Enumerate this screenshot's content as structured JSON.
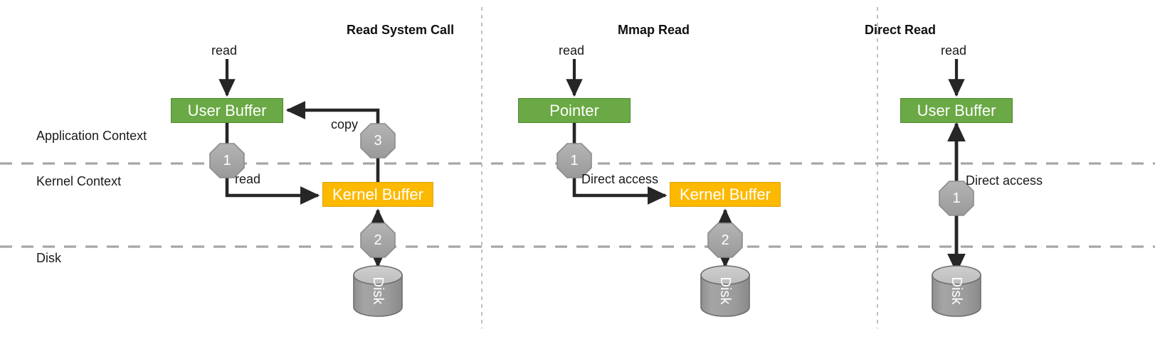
{
  "diagram": {
    "title_hidden": "File read paths: read system call vs mmap vs direct read",
    "zone_labels": [
      {
        "text": "Application Context"
      },
      {
        "text": "Kernel Context"
      },
      {
        "text": "Disk"
      }
    ],
    "colors": {
      "user_buffer_fill": "#6aa945",
      "user_buffer_stroke": "#4e8a2e",
      "kernel_buffer_fill": "#fcb900",
      "kernel_buffer_stroke": "#e0a400",
      "disk_body": "#9d9d9d",
      "disk_top": "#c6c6c6",
      "disk_stroke": "#6e6e6e",
      "badge_fill": "#a6a6a6",
      "badge_stroke": "#8c8c8c",
      "arrow": "#262626",
      "divider": "#a6a6a6",
      "text": "#1a1a1a"
    },
    "panels": [
      {
        "id": "read-system-call",
        "title": "Read System Call",
        "nodes": [
          {
            "id": "user-buffer",
            "label": "User Buffer",
            "style": "green"
          },
          {
            "id": "kernel-buffer",
            "label": "Kernel Buffer",
            "style": "amber"
          },
          {
            "id": "disk",
            "label": "Disk",
            "style": "cylinder"
          }
        ],
        "edges": [
          {
            "id": "entry-read",
            "label": "read"
          },
          {
            "id": "user-to-kernel",
            "label": "read"
          },
          {
            "id": "kernel-to-user",
            "label": "copy"
          },
          {
            "id": "kernel-disk",
            "label": ""
          }
        ],
        "badges": [
          {
            "number": "1"
          },
          {
            "number": "2"
          },
          {
            "number": "3"
          }
        ]
      },
      {
        "id": "mmap-read",
        "title": "Mmap Read",
        "nodes": [
          {
            "id": "pointer",
            "label": "Pointer",
            "style": "green"
          },
          {
            "id": "kernel-buffer",
            "label": "Kernel Buffer",
            "style": "amber"
          },
          {
            "id": "disk",
            "label": "Disk",
            "style": "cylinder"
          }
        ],
        "edges": [
          {
            "id": "entry-read",
            "label": "read"
          },
          {
            "id": "pointer-to-kernel",
            "label": "Direct access"
          },
          {
            "id": "kernel-disk",
            "label": ""
          }
        ],
        "badges": [
          {
            "number": "1"
          },
          {
            "number": "2"
          }
        ]
      },
      {
        "id": "direct-read",
        "title": "Direct Read",
        "nodes": [
          {
            "id": "user-buffer",
            "label": "User Buffer",
            "style": "green"
          },
          {
            "id": "disk",
            "label": "Disk",
            "style": "cylinder"
          }
        ],
        "edges": [
          {
            "id": "entry-read",
            "label": "read"
          },
          {
            "id": "user-disk",
            "label": "Direct access"
          }
        ],
        "badges": [
          {
            "number": "1"
          }
        ]
      }
    ]
  }
}
